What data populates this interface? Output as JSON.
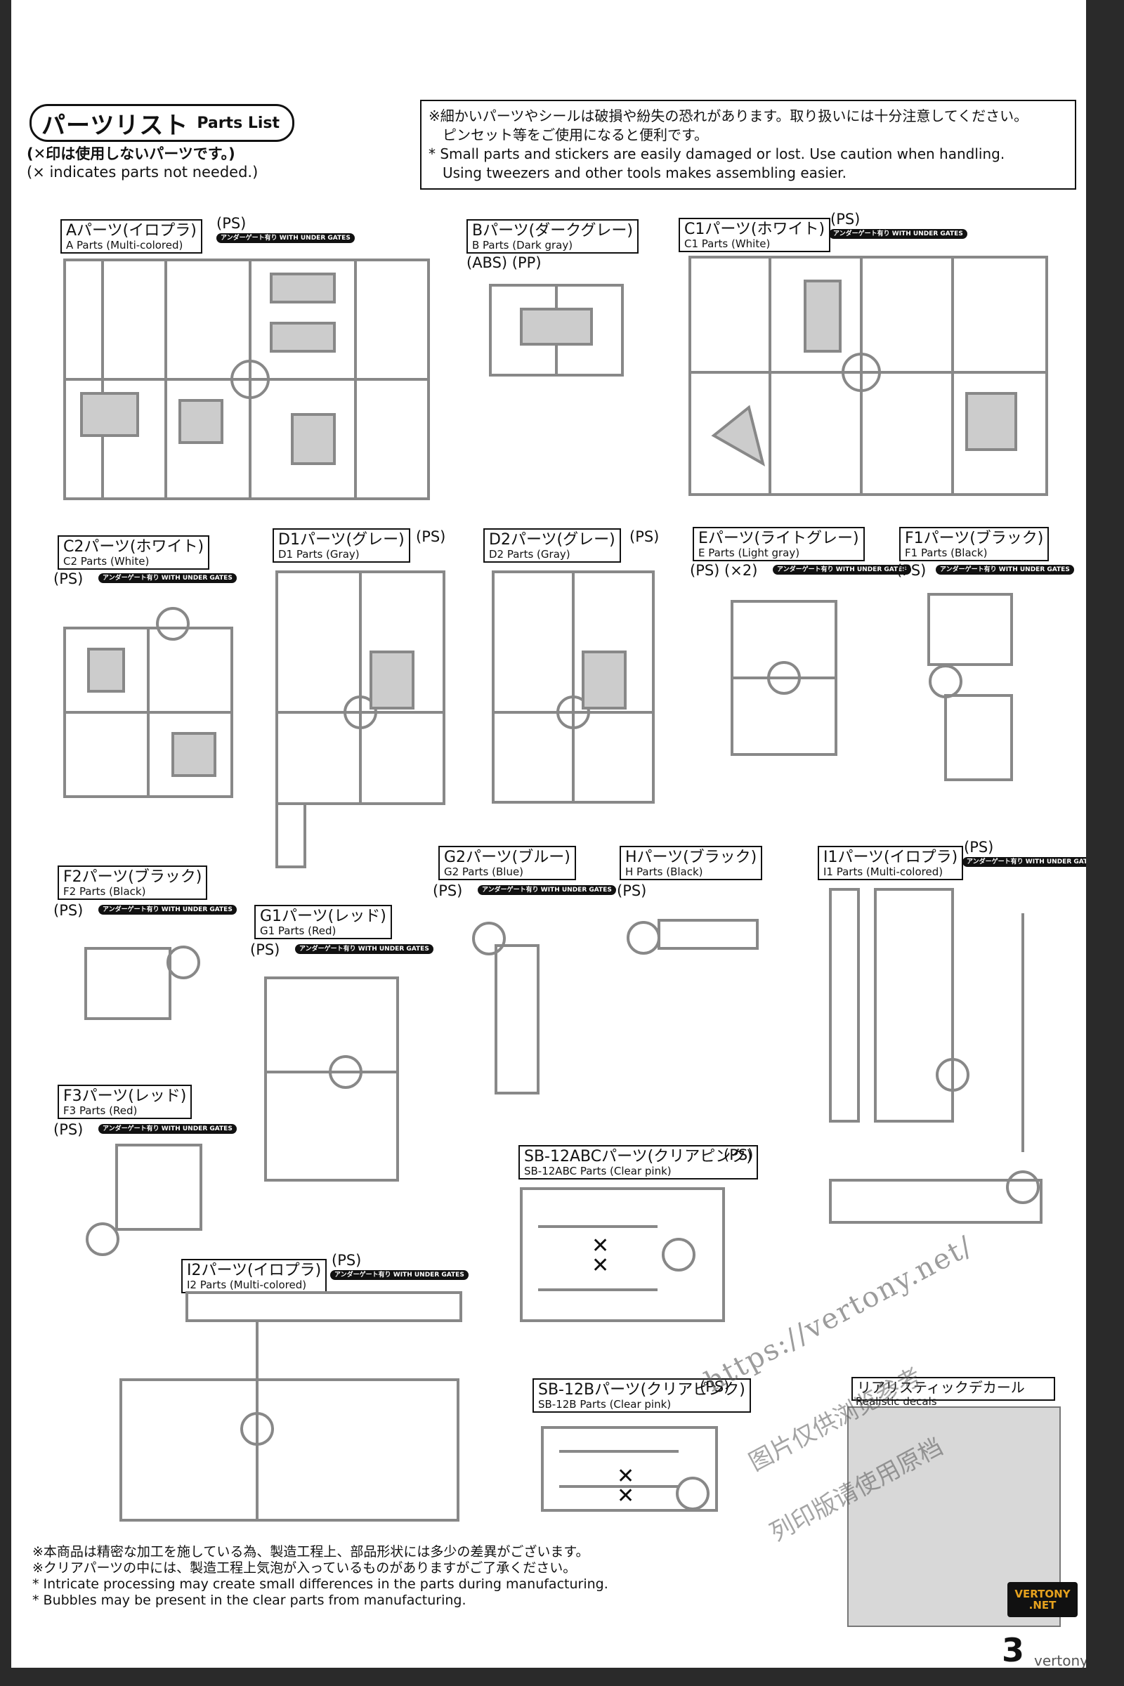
{
  "header": {
    "title_jp": "パーツリスト",
    "title_en": "Parts List",
    "not_needed_jp": "(✕印は使用しないパーツです。)",
    "not_needed_en": "(× indicates parts not needed.)",
    "caution_jp_1": "※細かいパーツやシールは破損や紛失の恐れがあります。取り扱いには十分注意してください。",
    "caution_jp_2": "ピンセット等をご使用になると便利です。",
    "caution_en_1": "* Small parts and stickers are easily damaged or lost. Use caution when handling.",
    "caution_en_2": "Using tweezers and other tools makes assembling easier."
  },
  "under_gates": "アンダーゲート有り WITH UNDER GATES",
  "parts": [
    {
      "id": "A",
      "jp": "Aパーツ(イロプラ)",
      "en": "A Parts (Multi-colored)",
      "mat": "(PS)",
      "gates": true
    },
    {
      "id": "B",
      "jp": "Bパーツ(ダークグレー)",
      "en": "B Parts (Dark gray)",
      "mat": "(ABS) (PP)",
      "gates": false
    },
    {
      "id": "C1",
      "jp": "C1パーツ(ホワイト)",
      "en": "C1 Parts (White)",
      "mat": "(PS)",
      "gates": true
    },
    {
      "id": "C2",
      "jp": "C2パーツ(ホワイト)",
      "en": "C2 Parts (White)",
      "mat": "(PS)",
      "gates": true
    },
    {
      "id": "D1",
      "jp": "D1パーツ(グレー)",
      "en": "D1 Parts (Gray)",
      "mat": "(PS)",
      "gates": false
    },
    {
      "id": "D2",
      "jp": "D2パーツ(グレー)",
      "en": "D2 Parts (Gray)",
      "mat": "(PS)",
      "gates": false
    },
    {
      "id": "E",
      "jp": "Eパーツ(ライトグレー)",
      "en": "E Parts (Light gray)",
      "mat": "(PS) (×2)",
      "gates": true
    },
    {
      "id": "F1",
      "jp": "F1パーツ(ブラック)",
      "en": "F1 Parts (Black)",
      "mat": "(PS)",
      "gates": true
    },
    {
      "id": "F2",
      "jp": "F2パーツ(ブラック)",
      "en": "F2 Parts (Black)",
      "mat": "(PS)",
      "gates": true
    },
    {
      "id": "G1",
      "jp": "G1パーツ(レッド)",
      "en": "G1 Parts (Red)",
      "mat": "(PS)",
      "gates": true
    },
    {
      "id": "G2",
      "jp": "G2パーツ(ブルー)",
      "en": "G2 Parts (Blue)",
      "mat": "(PS)",
      "gates": true
    },
    {
      "id": "H",
      "jp": "Hパーツ(ブラック)",
      "en": "H Parts (Black)",
      "mat": "(PS)",
      "gates": false
    },
    {
      "id": "I1",
      "jp": "I1パーツ(イロプラ)",
      "en": "I1 Parts (Multi-colored)",
      "mat": "(PS)",
      "gates": true
    },
    {
      "id": "F3",
      "jp": "F3パーツ(レッド)",
      "en": "F3 Parts (Red)",
      "mat": "(PS)",
      "gates": true
    },
    {
      "id": "SB12ABC",
      "jp": "SB-12ABCパーツ(クリアピンク)",
      "en": "SB-12ABC Parts (Clear pink)",
      "mat": "(PS)",
      "gates": false
    },
    {
      "id": "I2",
      "jp": "I2パーツ(イロプラ)",
      "en": "I2 Parts (Multi-colored)",
      "mat": "(PS)",
      "gates": true
    },
    {
      "id": "SB12B",
      "jp": "SB-12Bパーツ(クリアピンク)",
      "en": "SB-12B Parts (Clear pink)",
      "mat": "(PS)",
      "gates": false
    }
  ],
  "decal": {
    "jp": "リアリスティックデカール",
    "en": "Realistic decals"
  },
  "footer": {
    "jp_1": "※本商品は精密な加工を施している為、製造工程上、部品形状には多少の差異がございます。",
    "jp_2": "※クリアパーツの中には、製造工程上気泡が入っているものがありますがご了承ください。",
    "en_1": "* Intricate processing may create small differences in the parts during manufacturing.",
    "en_2": "* Bubbles may be present in the clear parts from manufacturing."
  },
  "watermark": {
    "url": "https://vertony.net/",
    "line2": "图片仅供浏览参考",
    "line3": "列印版请使用原档",
    "bottom": "vertony.net"
  },
  "logo": {
    "line1": "VERTONY",
    "line2": ".NET"
  },
  "page_number": "3",
  "cross_mark": "✕"
}
